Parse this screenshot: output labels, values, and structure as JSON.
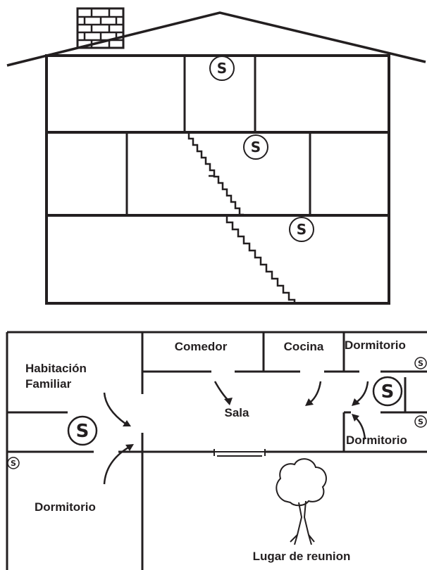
{
  "symbols": {
    "detector_glyph": "S",
    "detector_icon": "smoke-detector-icon"
  },
  "colors": {
    "line": "#231f20",
    "background": "#ffffff"
  },
  "floor_plan": {
    "labels": {
      "comedor": "Comedor",
      "cocina": "Cocina",
      "dormitorio_top_right": "Dormitorio",
      "habitacion_familiar_1": "Habitación",
      "habitacion_familiar_2": "Familiar",
      "sala": "Sala",
      "dormitorio_bottom_right": "Dormitorio",
      "dormitorio_left": "Dormitorio",
      "lugar_de_reunion": "Lugar de reunion"
    }
  }
}
